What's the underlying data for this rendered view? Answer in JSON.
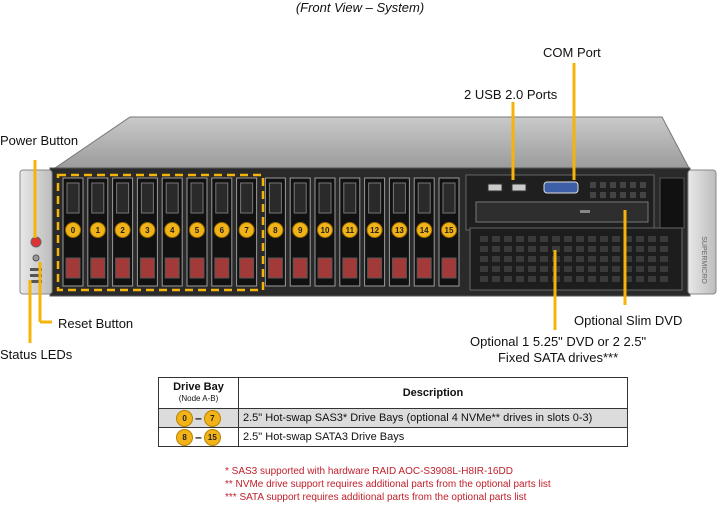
{
  "caption": "(Front View – System)",
  "callouts": {
    "power_button": "Power Button",
    "reset_button": "Reset Button",
    "status_leds": "Status LEDs",
    "com_port": "COM Port",
    "usb_ports": "2 USB 2.0 Ports",
    "slim_dvd": "Optional Slim DVD",
    "dvd_bay": "Optional 1 5.25\" DVD or 2 2.5\"\nFixed SATA drives***"
  },
  "bay_numbers": [
    "0",
    "1",
    "2",
    "3",
    "4",
    "5",
    "6",
    "7",
    "8",
    "9",
    "10",
    "11",
    "12",
    "13",
    "14",
    "15"
  ],
  "chassis_brand": "SUPERMICRO",
  "table": {
    "header_drive_bay": "Drive Bay",
    "header_drive_bay_sub": "(Node A-B)",
    "header_description": "Description",
    "rows": [
      {
        "from": "0",
        "to": "7",
        "description": "2.5\"  Hot-swap  SAS3*  Drive  Bays  (optional  4  NVMe**  drives  in  slots 0-3)"
      },
      {
        "from": "8",
        "to": "15",
        "description": "2.5\"  Hot-swap  SATA3  Drive  Bays"
      }
    ]
  },
  "footnotes": [
    "* SAS3  supported  with  hardware  RAID  AOC-S3908L-H8IR-16DD",
    "** NVMe  drive  support  requires  additional  parts  from  the  optional  parts  list",
    "*** SATA  support  requires  additional  parts  from  the  optional  parts  list"
  ],
  "colors": {
    "callout_line": "#f5b40a",
    "badge": "#f2b319",
    "footnote": "#c0202a"
  }
}
